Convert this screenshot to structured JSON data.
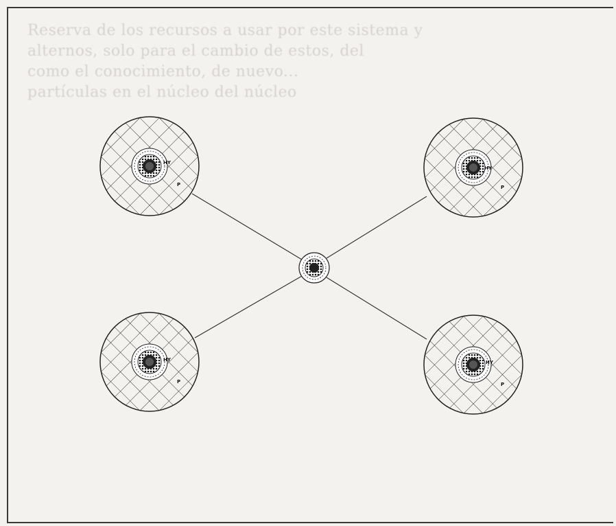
{
  "background": "#f4f2ef",
  "ink": "#222222",
  "labels": {
    "hy": "HY",
    "p": "P"
  },
  "center_icon": "mini-sphere-node",
  "ghost_text": [
    "Reserva de los recursos a usar por este sistema y",
    "alternos, solo para el cambio de estos, del",
    "como el conocimiento, de nuevo...",
    "partículas en el núcleo del núcleo"
  ]
}
